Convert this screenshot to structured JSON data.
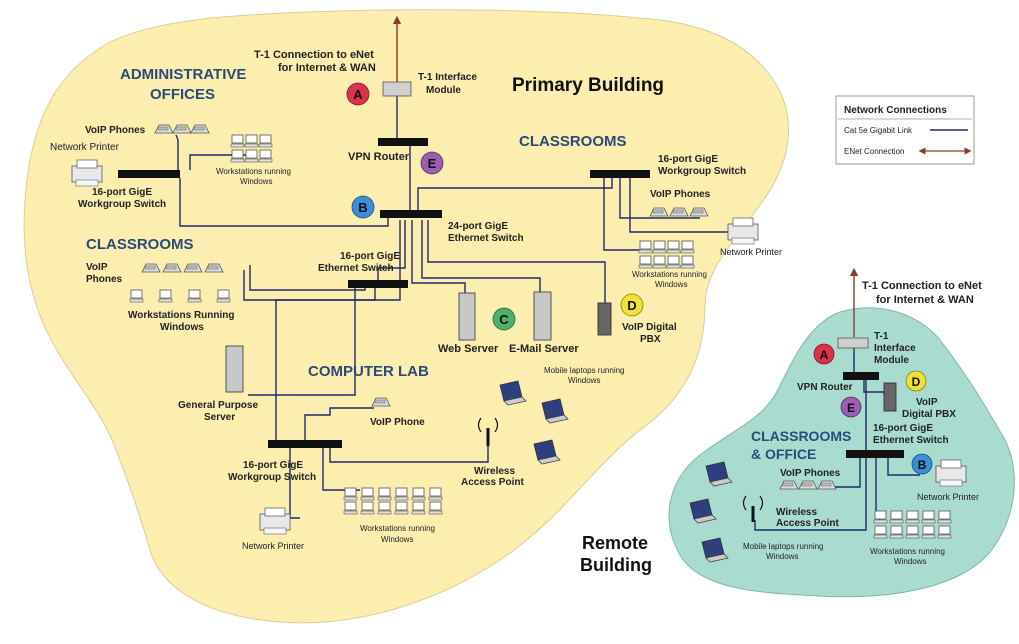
{
  "colors": {
    "primary_fill": "#fbeeae",
    "remote_fill": "#a9dccf",
    "cat5e": "#1f2a6b",
    "enet": "#8b3a2a",
    "badge_a": "#d9324a",
    "badge_b": "#3a8fd9",
    "badge_c": "#4caf6a",
    "badge_d": "#f2e034",
    "badge_e": "#9a5fb0"
  },
  "primary": {
    "title": "Primary Building",
    "t1_connection": [
      "T-1 Connection to eNet",
      "for Internet & WAN"
    ],
    "t1_module": [
      "T-1 Interface",
      "Module"
    ],
    "vpn_router": "VPN Router",
    "admin_heading": [
      "ADMINISTRATIVE",
      "OFFICES"
    ],
    "admin_voip": "VoIP Phones",
    "admin_printer": "Network Printer",
    "admin_workstations": [
      "Workstations running",
      "Windows"
    ],
    "admin_switch": [
      "16-port GigE",
      "Workgroup Switch"
    ],
    "classrooms_right_heading": "CLASSROOMS",
    "cr_switch": [
      "16-port GigE",
      "Workgroup Switch"
    ],
    "cr_voip": "VoIP Phones",
    "cr_printer": "Network Printer",
    "cr_workstations": [
      "Workstations running",
      "Windows"
    ],
    "core_switch": [
      "24-port GigE",
      "Ethernet Switch"
    ],
    "classrooms_left_heading": "CLASSROOMS",
    "cl_voip": [
      "VoIP",
      "Phones"
    ],
    "cl_workstations": [
      "Workstations Running",
      "Windows"
    ],
    "cl_switch": [
      "16-port GigE",
      "Ethernet Switch"
    ],
    "web_server": "Web Server",
    "email_server": "E-Mail Server",
    "pbx": [
      "VoIP Digital",
      "PBX"
    ],
    "gp_server": [
      "General Purpose",
      "Server"
    ],
    "lab_heading": "COMPUTER LAB",
    "lab_voip": "VoIP Phone",
    "lab_laptops": [
      "Mobile laptops running",
      "Windows"
    ],
    "lab_wap": [
      "Wireless",
      "Access Point"
    ],
    "lab_switch": [
      "16-port GigE",
      "Workgroup Switch"
    ],
    "lab_workstations": [
      "Workstations running",
      "Windows"
    ],
    "lab_printer": "Network Printer"
  },
  "remote": {
    "title": [
      "Remote",
      "Building"
    ],
    "t1_connection": [
      "T-1 Connection to eNet",
      "for Internet & WAN"
    ],
    "t1_module": [
      "T-1",
      "Interface",
      "Module"
    ],
    "vpn_router": "VPN Router",
    "pbx": [
      "VoIP",
      "Digital PBX"
    ],
    "heading": [
      "CLASSROOMS",
      "& OFFICE"
    ],
    "switch": [
      "16-port GigE",
      "Ethernet Switch"
    ],
    "voip": "VoIP Phones",
    "printer": "Network Printer",
    "wap": [
      "Wireless",
      "Access Point"
    ],
    "laptops": [
      "Mobile laptops running",
      "Windows"
    ],
    "workstations": [
      "Workstations running",
      "Windows"
    ]
  },
  "badges": {
    "a": "A",
    "b": "B",
    "c": "C",
    "d": "D",
    "e": "E"
  },
  "legend": {
    "title": "Network Connections",
    "cat5e": "Cat 5e Gigabit Link",
    "enet": "ENet Connection"
  }
}
